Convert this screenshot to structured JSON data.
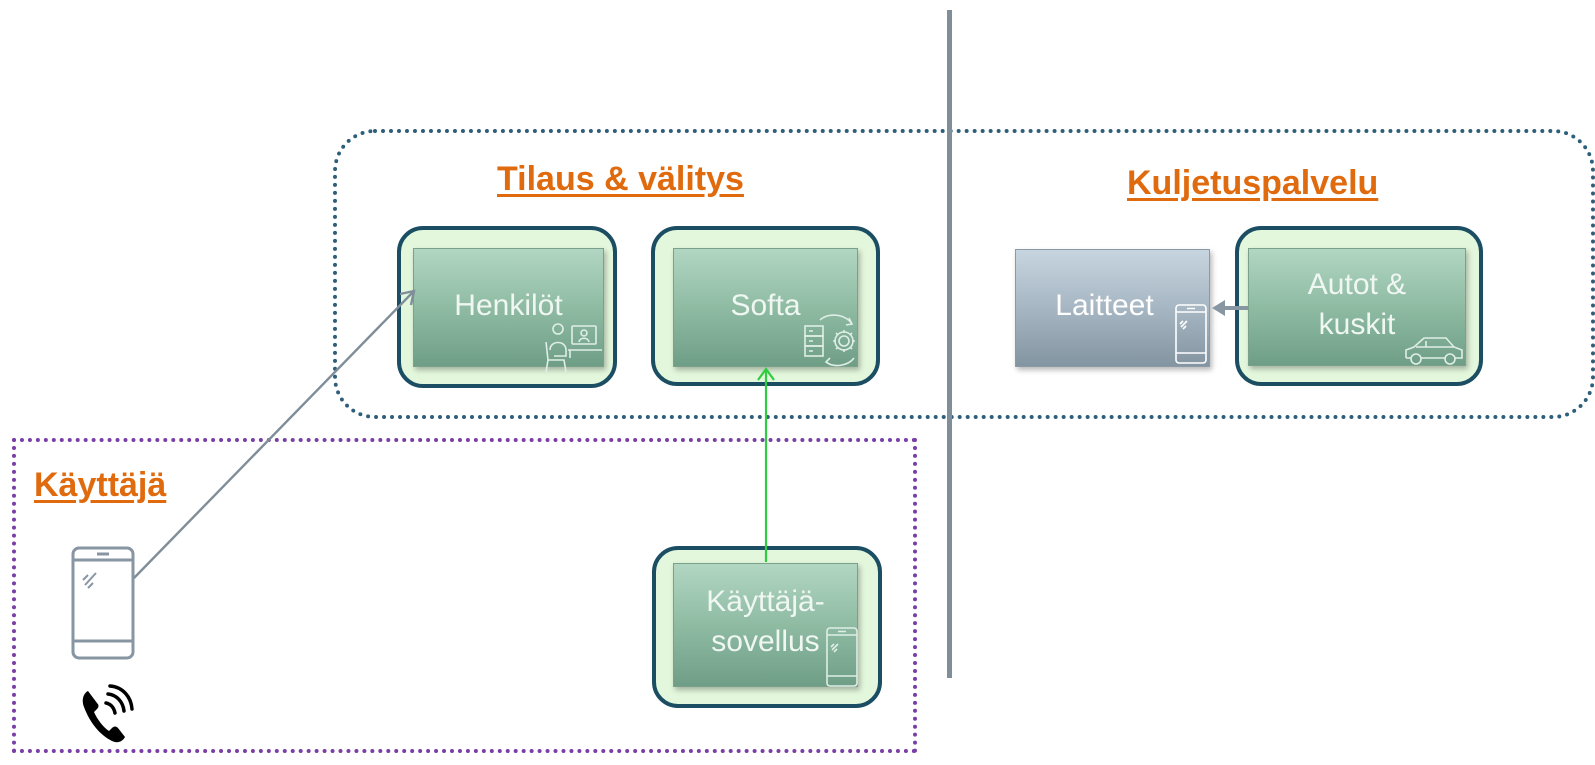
{
  "regions": {
    "ops_title": "Tilaus & välitys",
    "transport_title": "Kuljetuspalvelu",
    "user_title": "Käyttäjä"
  },
  "nodes": {
    "henkilot": "Henkilöt",
    "softa": "Softa",
    "kayttajasovellus_line1": "Käyttäjä-",
    "kayttajasovellus_line2": "sovellus",
    "laitteet": "Laitteet",
    "autot_line1": "Autot &",
    "autot_line2": "kuskit"
  },
  "colors": {
    "title_orange": "#e06a0e",
    "ops_border": "#2e5f7a",
    "user_border": "#7a3fa6",
    "app_arrow": "#2ecc40",
    "connector": "#7f8e99",
    "box_outline": "#1c4e63"
  },
  "icons": [
    "person-at-desk-icon",
    "server-sync-gear-icon",
    "mobile-phone-icon",
    "car-icon",
    "phone-call-icon"
  ]
}
